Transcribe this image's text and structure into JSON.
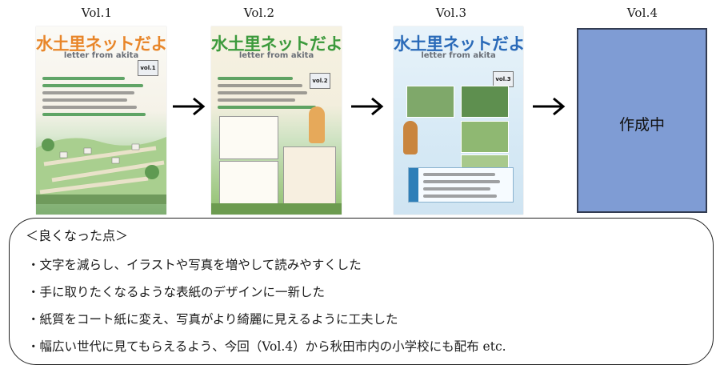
{
  "volumes": [
    {
      "label": "Vol.1",
      "cover_title": "水土里ネットだより",
      "cover_subtitle": "letter from akita",
      "badge": "vol.1"
    },
    {
      "label": "Vol.2",
      "cover_title": "水土里ネットだより",
      "cover_subtitle": "letter from akita",
      "badge": "vol.2"
    },
    {
      "label": "Vol.3",
      "cover_title": "水土里ネットだより",
      "cover_subtitle": "letter from akita",
      "badge": "vol.3"
    },
    {
      "label": "Vol.4",
      "status_text": "作成中"
    }
  ],
  "summary": {
    "heading": "＜良くなった点＞",
    "points": [
      "・文字を減らし、イラストや写真を増やして読みやすくした",
      "・手に取りたくなるような表紙のデザインに一新した",
      "・紙質をコート紙に変え、写真がより綺麗に見えるように工夫した",
      "・幅広い世代に見てもらえるよう、今回（Vol.4）から秋田市内の小学校にも配布 etc."
    ]
  },
  "colors": {
    "vol4_placeholder": "#7f9cd4",
    "title_orange": "#e8862a",
    "title_green": "#3c9a3c",
    "title_blue": "#2a6ab8",
    "title_purple": "#8a4fb0"
  }
}
